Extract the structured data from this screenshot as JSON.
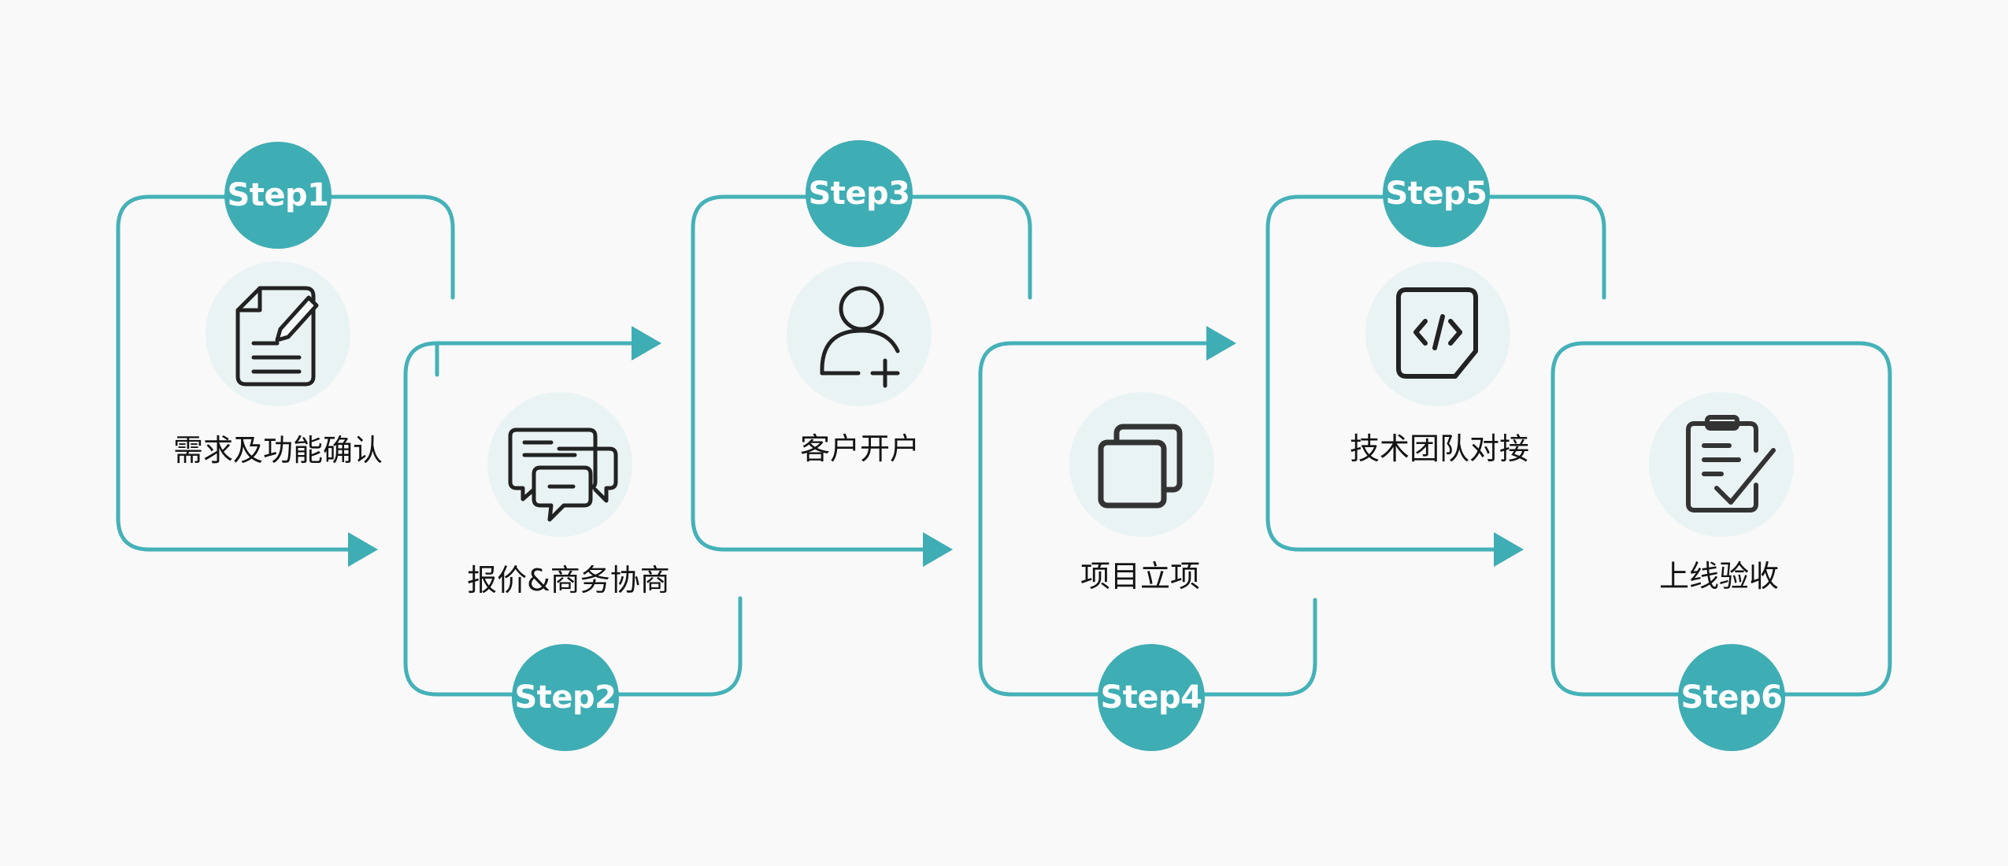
{
  "colors": {
    "teal": "#3fadb4",
    "line": "#45b1b8",
    "icon_bg": "#eaf3f4",
    "icon": "#222222",
    "background": "#f9f9f9"
  },
  "steps": [
    {
      "label": "Step1",
      "title": "需求及功能确认",
      "icon": "document-edit-icon"
    },
    {
      "label": "Step2",
      "title": "报价&商务协商",
      "icon": "chat-bubbles-icon"
    },
    {
      "label": "Step3",
      "title": "客户开户",
      "icon": "add-user-icon"
    },
    {
      "label": "Step4",
      "title": "项目立项",
      "icon": "stacked-squares-icon"
    },
    {
      "label": "Step5",
      "title": "技术团队对接",
      "icon": "code-card-icon"
    },
    {
      "label": "Step6",
      "title": "上线验收",
      "icon": "clipboard-check-icon"
    }
  ]
}
